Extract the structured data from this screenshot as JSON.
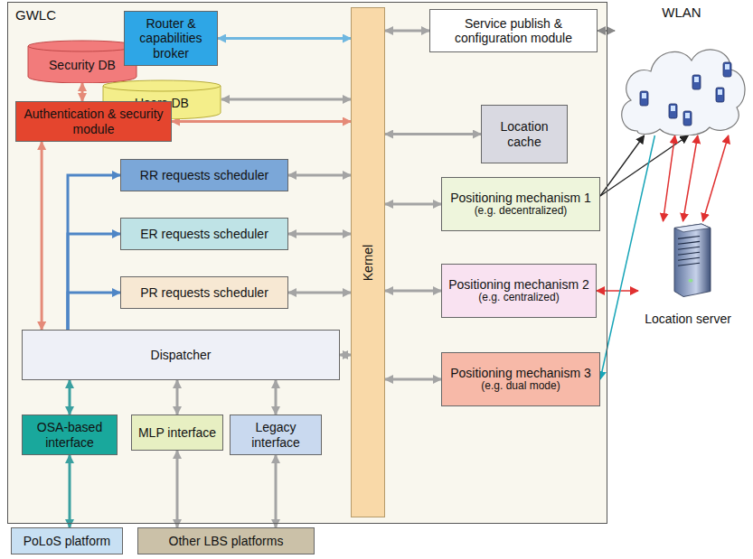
{
  "diagram": {
    "nodes": [
      {
        "text": [
          "GWLC"
        ]
      },
      {
        "text": [
          "Security DB"
        ],
        "in": 0
      },
      {
        "text": [
          "Router & capabilities broker"
        ],
        "in": 0
      },
      {
        "text": [
          "Users DB"
        ],
        "in": 0
      },
      {
        "text": [
          "Authentication & security module"
        ],
        "in": 0
      },
      {
        "text": [
          "RR requests scheduler"
        ],
        "in": 0
      },
      {
        "text": [
          "ER requests scheduler"
        ],
        "in": 0
      },
      {
        "text": [
          "PR requests scheduler"
        ],
        "in": 0
      },
      {
        "text": [
          "Kernel"
        ],
        "in": 0
      },
      {
        "text": [
          "Service publish & configuration module"
        ],
        "in": 0
      },
      {
        "text": [
          "Location cache"
        ],
        "in": 0
      },
      {
        "text": [
          "Positioning mechanism 1",
          "(e.g. decentralized)"
        ],
        "in": 0
      },
      {
        "text": [
          "Positioning mechanism 2",
          "(e.g. centralized)"
        ],
        "in": 0
      },
      {
        "text": [
          "Positioning mechanism 3",
          "(e.g. dual mode)"
        ],
        "in": 0
      },
      {
        "text": [
          "Dispatcher"
        ],
        "in": 0
      },
      {
        "text": [
          "OSA-based interface"
        ],
        "in": 0
      },
      {
        "text": [
          "MLP interface"
        ],
        "in": 0
      },
      {
        "text": [
          "Legacy interface"
        ],
        "in": 0
      },
      {
        "text": [
          "WLAN"
        ]
      },
      {
        "text": [
          "Location server"
        ]
      },
      {
        "text": [
          "PoLoS platform"
        ]
      },
      {
        "text": [
          "Other LBS platforms"
        ]
      }
    ],
    "edges": [
      {
        "from": 1,
        "to": 4,
        "arrow": "both"
      },
      {
        "from": 2,
        "to": 8,
        "arrow": "both"
      },
      {
        "from": 3,
        "to": 8,
        "arrow": "both"
      },
      {
        "from": 4,
        "to": 8,
        "arrow": "both"
      },
      {
        "from": 5,
        "to": 8,
        "arrow": "both"
      },
      {
        "from": 6,
        "to": 8,
        "arrow": "both"
      },
      {
        "from": 7,
        "to": 8,
        "arrow": "both"
      },
      {
        "from": 14,
        "to": 5,
        "arrow": "to"
      },
      {
        "from": 14,
        "to": 6,
        "arrow": "to"
      },
      {
        "from": 14,
        "to": 7,
        "arrow": "to"
      },
      {
        "from": 4,
        "to": 14,
        "arrow": "both"
      },
      {
        "from": 14,
        "to": 8,
        "arrow": "both"
      },
      {
        "from": 8,
        "to": 9,
        "arrow": "both"
      },
      {
        "from": 8,
        "to": 10,
        "arrow": "both"
      },
      {
        "from": 8,
        "to": 11,
        "arrow": "both"
      },
      {
        "from": 8,
        "to": 12,
        "arrow": "both"
      },
      {
        "from": 8,
        "to": 13,
        "arrow": "both"
      },
      {
        "from": 9,
        "to": 18,
        "arrow": "both"
      },
      {
        "from": 11,
        "to": 18,
        "arrow": "to"
      },
      {
        "from": 11,
        "to": 18,
        "arrow": "to"
      },
      {
        "from": 12,
        "to": 19,
        "arrow": "both"
      },
      {
        "from": 18,
        "to": 13,
        "arrow": "to"
      },
      {
        "from": 19,
        "to": 18,
        "arrow": "both"
      },
      {
        "from": 19,
        "to": 18,
        "arrow": "both"
      },
      {
        "from": 19,
        "to": 18,
        "arrow": "both"
      },
      {
        "from": 15,
        "to": 14,
        "arrow": "both"
      },
      {
        "from": 16,
        "to": 14,
        "arrow": "both"
      },
      {
        "from": 17,
        "to": 14,
        "arrow": "both"
      },
      {
        "from": 15,
        "to": 20,
        "arrow": "both"
      },
      {
        "from": 16,
        "to": 21,
        "arrow": "both"
      },
      {
        "from": 17,
        "to": 21,
        "arrow": "both"
      }
    ]
  }
}
